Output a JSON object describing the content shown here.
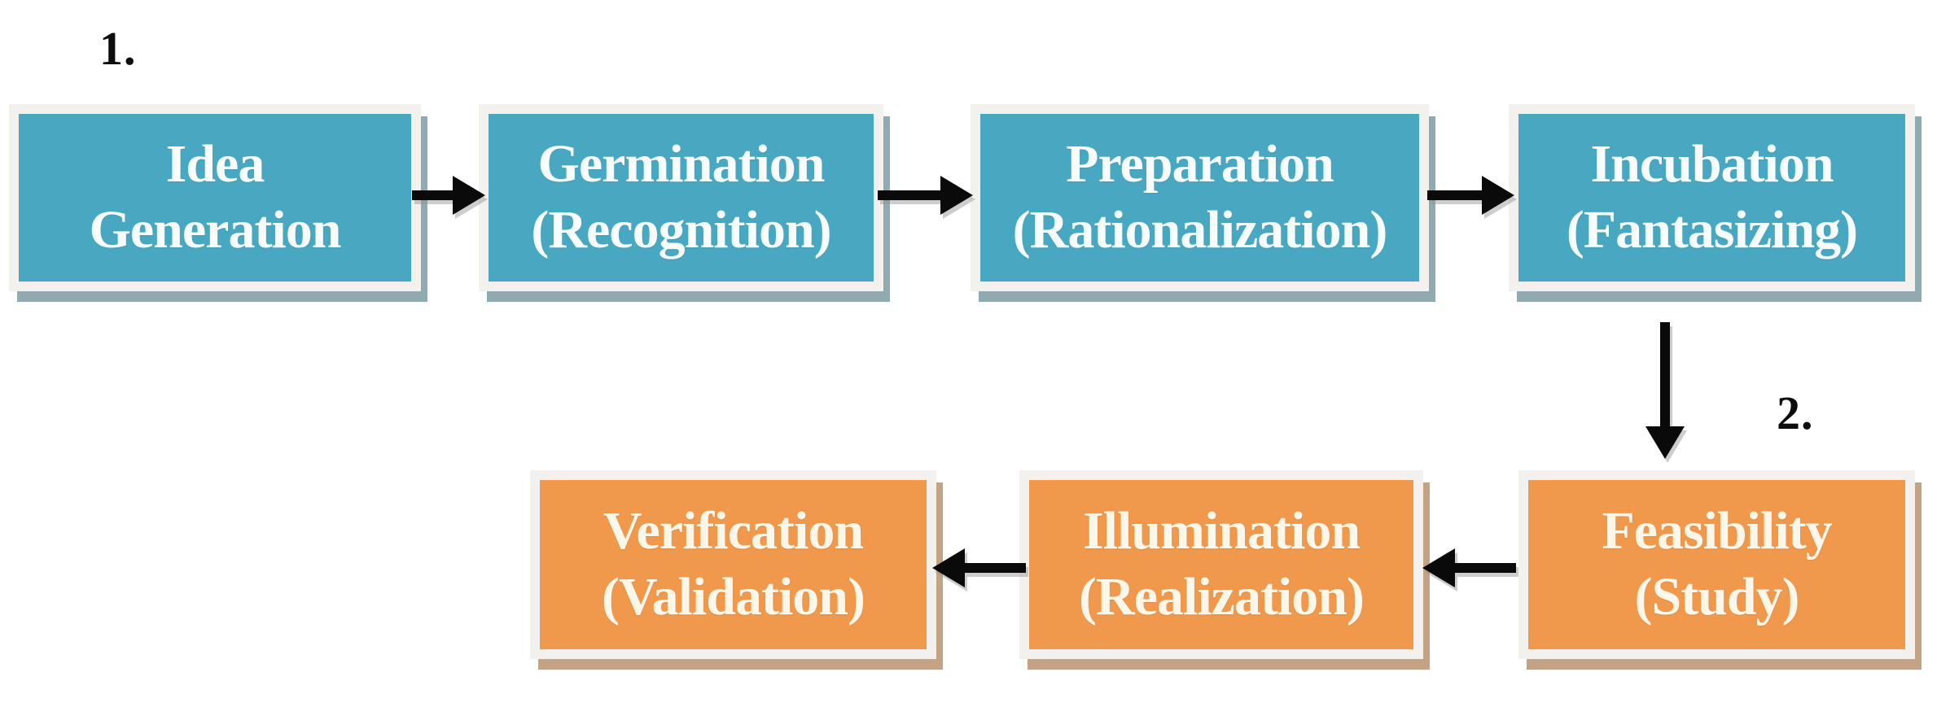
{
  "diagram": {
    "type": "flowchart",
    "stage_labels": {
      "stage1": "1.",
      "stage2": "2."
    },
    "steps": [
      {
        "name": "Idea Generation",
        "line1": "Idea",
        "line2": "Generation",
        "stage": 1,
        "color": "#49a8c1"
      },
      {
        "name": "Germination (Recognition)",
        "line1": "Germination",
        "line2": "(Recognition)",
        "stage": 1,
        "color": "#49a8c1"
      },
      {
        "name": "Preparation (Rationalization)",
        "line1": "Preparation",
        "line2": "(Rationalization)",
        "stage": 1,
        "color": "#49a8c1"
      },
      {
        "name": "Incubation (Fantasizing)",
        "line1": "Incubation",
        "line2": "(Fantasizing)",
        "stage": 1,
        "color": "#49a8c1"
      },
      {
        "name": "Feasibility (Study)",
        "line1": "Feasibility",
        "line2": "(Study)",
        "stage": 2,
        "color": "#f0984b"
      },
      {
        "name": "Illumination (Realization)",
        "line1": "Illumination",
        "line2": "(Realization)",
        "stage": 2,
        "color": "#f0984b"
      },
      {
        "name": "Verification (Validation)",
        "line1": "Verification",
        "line2": "(Validation)",
        "stage": 2,
        "color": "#f0984b"
      }
    ],
    "connections": [
      {
        "from": "Idea Generation",
        "to": "Germination (Recognition)",
        "direction": "right"
      },
      {
        "from": "Germination (Recognition)",
        "to": "Preparation (Rationalization)",
        "direction": "right"
      },
      {
        "from": "Preparation (Rationalization)",
        "to": "Incubation (Fantasizing)",
        "direction": "right"
      },
      {
        "from": "Incubation (Fantasizing)",
        "to": "Feasibility (Study)",
        "direction": "down"
      },
      {
        "from": "Feasibility (Study)",
        "to": "Illumination (Realization)",
        "direction": "left"
      },
      {
        "from": "Illumination (Realization)",
        "to": "Verification (Validation)",
        "direction": "left"
      }
    ],
    "colors": {
      "stage1_fill": "#49a8c1",
      "stage2_fill": "#f0984b",
      "box_frame": "#f2f1ee",
      "stage1_shadow": "#8fabb1",
      "stage2_shadow": "#c3a384",
      "arrow": "#0a0a0a",
      "stage1_text": "#f7fdfd",
      "stage2_text": "#fcf7e9",
      "label_text": "#0d0d0d",
      "background": "#ffffff"
    }
  }
}
